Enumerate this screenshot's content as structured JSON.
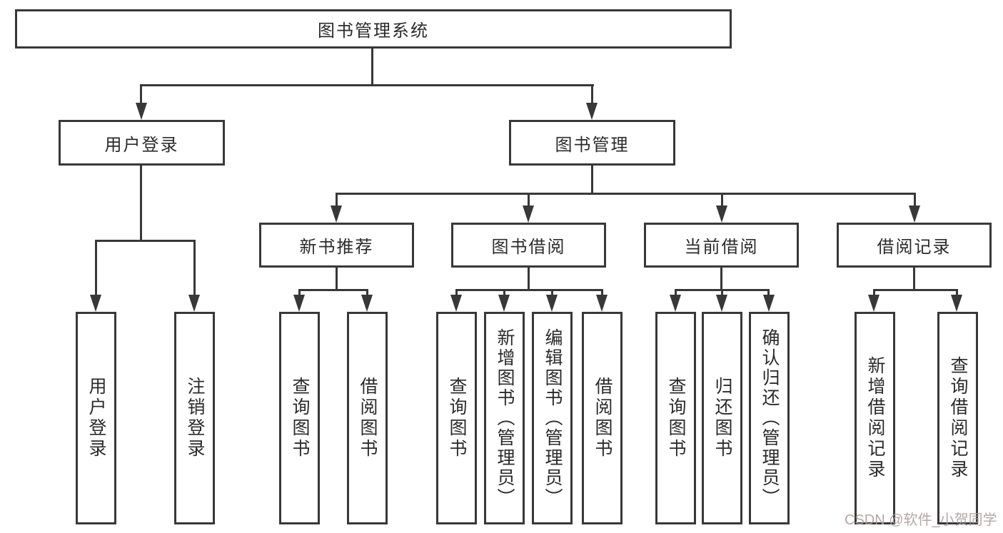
{
  "diagram": {
    "root": {
      "label": "图书管理系统"
    },
    "level2": [
      {
        "label": "用户登录"
      },
      {
        "label": "图书管理"
      }
    ],
    "level3": [
      {
        "label": "新书推荐"
      },
      {
        "label": "图书借阅"
      },
      {
        "label": "当前借阅"
      },
      {
        "label": "借阅记录"
      }
    ],
    "leaves": {
      "user_login": [
        {
          "label": "用户登录"
        },
        {
          "label": "注销登录"
        }
      ],
      "new_book": [
        {
          "label": "查询图书"
        },
        {
          "label": "借阅图书"
        }
      ],
      "book_borrow": [
        {
          "label": "查询图书"
        },
        {
          "label": "新增图书（管理员）"
        },
        {
          "label": "编辑图书（管理员）"
        },
        {
          "label": "借阅图书"
        }
      ],
      "current_borrow": [
        {
          "label": "查询图书"
        },
        {
          "label": "归还图书"
        },
        {
          "label": "确认归还（管理员）"
        }
      ],
      "borrow_record": [
        {
          "label": "新增借阅记录"
        },
        {
          "label": "查询借阅记录"
        }
      ]
    },
    "colors": {
      "line": "#383838",
      "text": "#2b2b2b",
      "background": "#ffffff"
    }
  },
  "watermark": {
    "text": "CSDN @软件_小贺同学",
    "color": "#ab9f9f"
  }
}
